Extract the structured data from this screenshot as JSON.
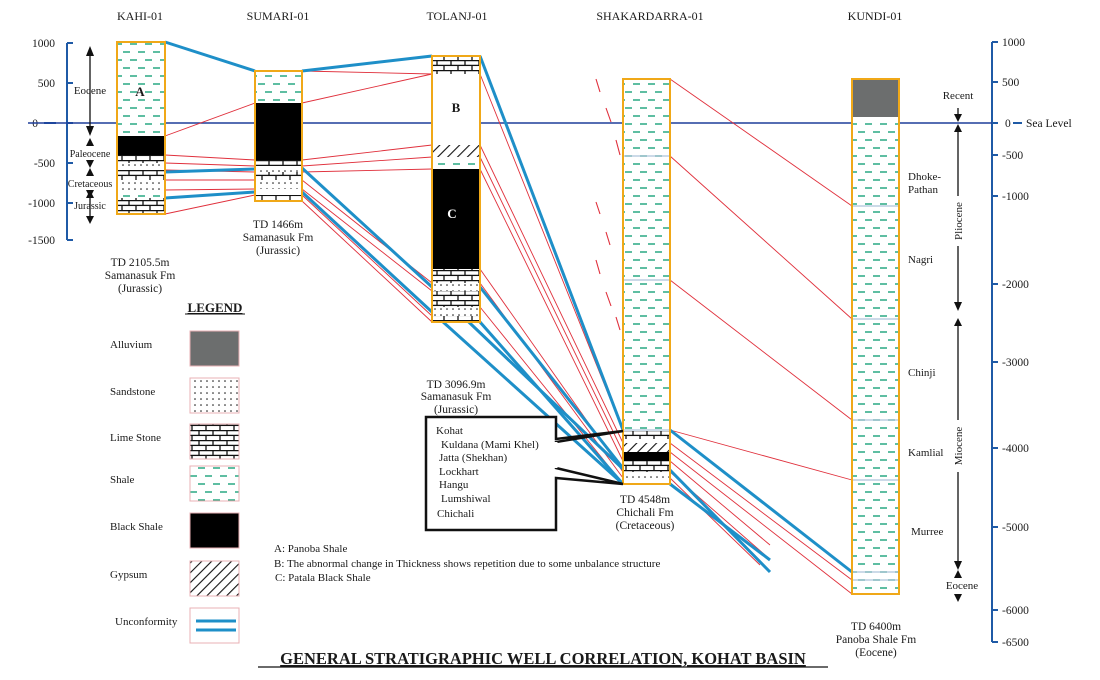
{
  "title": "GENERAL STRATIGRAPHIC WELL CORRELATION, KOHAT BASIN",
  "wells": [
    {
      "name": "KAHI-01",
      "td": "TD 2105.5m",
      "fm": "Samanasuk Fm",
      "age": "(Jurassic)"
    },
    {
      "name": "SUMARI-01",
      "td": "TD 1466m",
      "fm": "Samanasuk Fm",
      "age": "(Jurassic)"
    },
    {
      "name": "TOLANJ-01",
      "td": "TD 3096.9m",
      "fm": "Samanasuk Fm",
      "age": "(Jurassic)"
    },
    {
      "name": "SHAKARDARRA-01",
      "td": "TD 4548m",
      "fm": "Chichali Fm",
      "age": "(Cretaceous)"
    },
    {
      "name": "KUNDI-01",
      "td": "TD 6400m",
      "fm": "Panoba Shale Fm",
      "age": "(Eocene)"
    }
  ],
  "left_axis": {
    "ticks": [
      "1000",
      "500",
      "0",
      "-500",
      "-1000",
      "-1500"
    ]
  },
  "right_axis": {
    "ticks": [
      "1000",
      "500",
      "0",
      "-500",
      "-1000",
      "-2000",
      "-3000",
      "-4000",
      "-5000",
      "-6000",
      "-6500"
    ],
    "sea_level_label": "Sea Level"
  },
  "left_ages": [
    "Eocene",
    "Paleocene",
    "Cretaceous",
    "Jurassic"
  ],
  "right_ages": [
    "Recent",
    "Pliocene",
    "Miocene",
    "Eocene"
  ],
  "kundi_formations": [
    "Dhoke-",
    "Pathan",
    "Nagri",
    "Chinji",
    "Kamlial",
    "Murree"
  ],
  "zones": {
    "a": "A",
    "b": "B",
    "c": "C"
  },
  "callout": {
    "items": [
      "Kohat",
      "Kuldana (Mami Khel)",
      "Jatta (Shekhan)",
      "Lockhart",
      "Hangu",
      "Lumshiwal",
      "Chichali"
    ]
  },
  "notes": [
    "A: Panoba Shale",
    "B: The abnormal change in Thickness shows repetition due to some unbalance structure",
    "C: Patala Black Shale"
  ],
  "legend": {
    "title": "LEGEND",
    "items": [
      {
        "label": "Alluvium",
        "pattern": "alluvium"
      },
      {
        "label": "Sandstone",
        "pattern": "sandstone"
      },
      {
        "label": "Lime Stone",
        "pattern": "limestone"
      },
      {
        "label": "Shale",
        "pattern": "shale"
      },
      {
        "label": "Black Shale",
        "pattern": "blackshale"
      },
      {
        "label": "Gypsum",
        "pattern": "gypsum"
      },
      {
        "label": "Unconformity",
        "pattern": "unconformity"
      }
    ]
  },
  "colors": {
    "axis": "#1f5aa6",
    "column_border": "#f0a818",
    "correlation": "#e0303c",
    "unconformity": "#1e8fc8",
    "shale_dash": "#1aa37a",
    "alluvium": "#6c6e6e",
    "black_shale": "#000000"
  }
}
